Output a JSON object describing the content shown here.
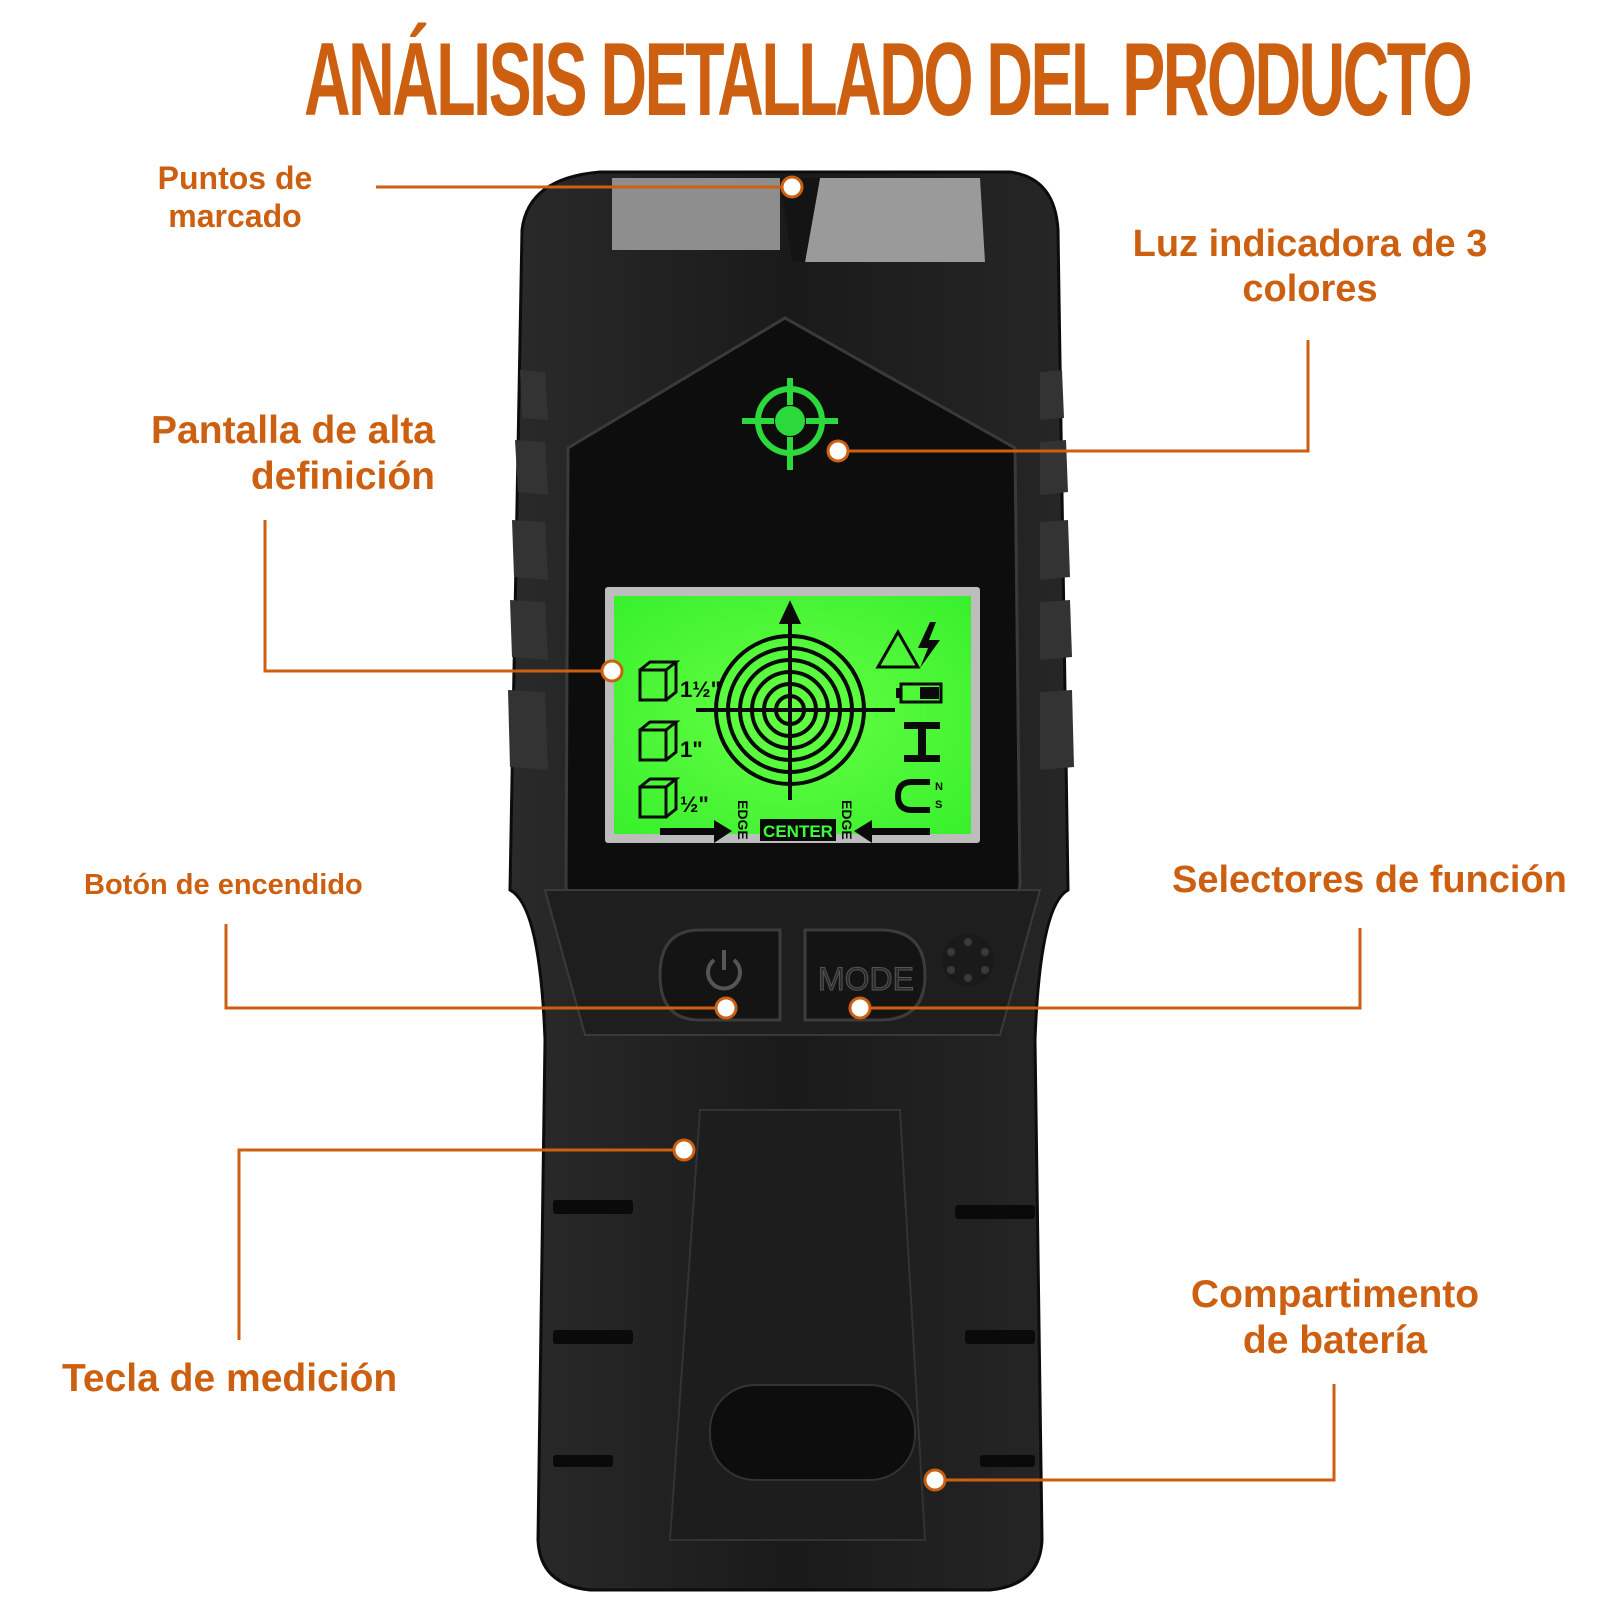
{
  "title": "ANÁLISIS DETALLADO DEL PRODUCTO",
  "colors": {
    "accent": "#cc5f10",
    "lcd": "#3dff3a",
    "body": "#1b1b1b",
    "indicator": "#2bd93a"
  },
  "callouts": {
    "marking_points": {
      "line1": "Puntos de",
      "line2": "marcado"
    },
    "indicator_light": {
      "line1": "Luz indicadora de 3",
      "line2": "colores"
    },
    "hd_display": {
      "line1": "Pantalla de alta",
      "line2": "definición"
    },
    "power_button": {
      "text": "Botón de encendido"
    },
    "function_selectors": {
      "text": "Selectores de función"
    },
    "measure_key": {
      "text": "Tecla de medición"
    },
    "battery": {
      "line1": "Compartimento",
      "line2": "de batería"
    }
  },
  "lcd": {
    "sizes": [
      "1½\"",
      "1\"",
      "½\""
    ],
    "edge_left": "EDGE",
    "edge_right": "EDGE",
    "center": "CENTER",
    "magnet_n": "N",
    "magnet_s": "S",
    "icons": [
      "wood-icon",
      "warning-icon",
      "lightning-icon",
      "battery-icon",
      "metal-beam-icon",
      "magnet-icon"
    ]
  },
  "buttons": {
    "power_icon": "power-icon",
    "mode_label": "MODE"
  }
}
